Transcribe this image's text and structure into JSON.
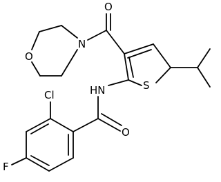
{
  "molecule": {
    "atom_labels": {
      "oxygen_carbonyl_top": "O",
      "oxygen_morpholine": "O",
      "nitrogen_morpholine": "N",
      "amide_nh": "HN",
      "sulfur": "S",
      "chlorine": "Cl",
      "oxygen_amide": "O",
      "fluorine": "F"
    },
    "colors": {
      "bond": "#000000",
      "label": "#000000",
      "background": "#ffffff"
    }
  }
}
